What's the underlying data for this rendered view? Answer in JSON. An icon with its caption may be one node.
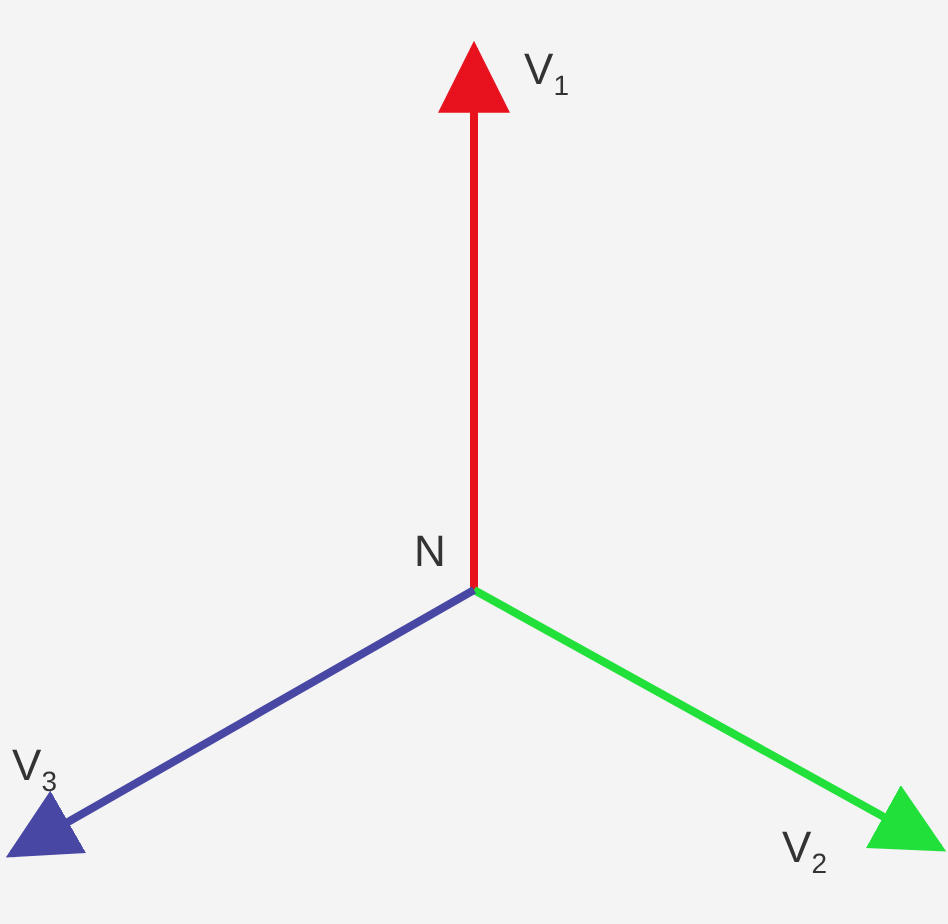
{
  "diagram": {
    "nodes": [
      {
        "text": [
          "V$_{1}$"
        ]
      },
      {
        "text": [
          "N"
        ]
      },
      {
        "text": [
          "V$_{3}$"
        ]
      },
      {
        "text": [
          "V$_{2}$"
        ]
      }
    ],
    "edges": [
      {
        "from": 1,
        "to": 0,
        "arrow": "to",
        "color": "#e8121e"
      },
      {
        "from": 1,
        "to": 3,
        "arrow": "to",
        "color": "#22e03a"
      },
      {
        "from": 1,
        "to": 2,
        "arrow": "to",
        "color": "#4848a4"
      }
    ]
  }
}
